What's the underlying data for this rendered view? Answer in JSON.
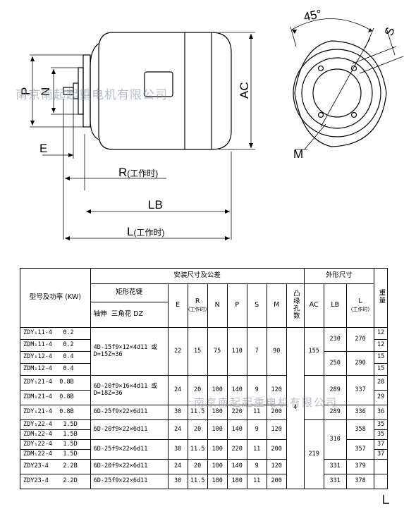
{
  "drawing": {
    "labels": {
      "P": "P",
      "N": "N",
      "E": "E",
      "AC": "AC",
      "M": "M",
      "S": "S",
      "angle": "45°",
      "R": "R",
      "R_note": "(工作时)",
      "LB": "LB",
      "L": "L",
      "L_note": "(工作时)"
    },
    "watermark": "南京南起起重电机有限公司"
  },
  "table": {
    "headers": {
      "model_power": "型号及功率 (KW)",
      "install_dims": "安装尺寸及公差",
      "outline_dims": "外形尺寸",
      "weight": "重量",
      "shaft": "轴伸",
      "rect_spline": "矩形花键",
      "tri_spline": "三角花 DZ",
      "E": "E",
      "R": "R",
      "R_note": "(工作时)",
      "N": "N",
      "P": "P",
      "S": "S",
      "M": "M",
      "flange_holes": "凸缘孔数",
      "AC": "AC",
      "LB": "LB",
      "L": "L",
      "L_note": "(工作时)"
    },
    "rows": [
      {
        "model": "ZDY₁11-4",
        "power": "0.2",
        "weight": "12"
      },
      {
        "model": "ZDM₁11-4",
        "power": "0.2",
        "weight": "12"
      },
      {
        "model": "ZDY₁12-4",
        "power": "0.4",
        "weight": "15"
      },
      {
        "model": "ZDM₁12-4",
        "power": "0.4",
        "weight": "15"
      },
      {
        "model": "ZDY₁21-4",
        "power": "0.8B",
        "weight": "28"
      },
      {
        "model": "ZDM₁21-4",
        "power": "0.8B",
        "weight": "29"
      },
      {
        "model": "ZDY₁21-4",
        "power": "0.8B",
        "weight": "36"
      },
      {
        "model": "ZDY₁22-4",
        "power": "1.5D",
        "weight": "35"
      },
      {
        "model": "ZDM₁22-4",
        "power": "1.5B",
        "weight": "35"
      },
      {
        "model": "ZDY₁22-4",
        "power": "1.5D",
        "weight": "37"
      },
      {
        "model": "ZDM₁22-4",
        "power": "1.5D",
        "weight": "37"
      },
      {
        "model": "ZDY23-4",
        "power": "2.2B",
        "weight": ""
      },
      {
        "model": "ZDY23-4",
        "power": "2.2D",
        "weight": ""
      }
    ],
    "groups": [
      {
        "shaft": "4D-15f9×12×4d11 或 D=15Z=36",
        "E": "22",
        "R": "15",
        "N": "75",
        "P": "110",
        "S": "7",
        "M": "90"
      },
      {
        "shaft": "6D-20f9×16×4d11 或 D=18Z=36",
        "E": "24",
        "R": "20",
        "N": "100",
        "P": "140",
        "S": "9",
        "M": "120"
      },
      {
        "shaft": "6D-25f9×22×6d11",
        "E": "30",
        "R": "11.5",
        "N": "180",
        "P": "220",
        "S": "11",
        "M": "200"
      },
      {
        "shaft": "6D-20f9×22×6d11",
        "E": "24",
        "R": "20",
        "N": "100",
        "P": "140",
        "S": "9",
        "M": "120"
      },
      {
        "shaft": "6D-25f9×22×6d11",
        "E": "30",
        "R": "11.5",
        "N": "180",
        "P": "220",
        "S": "11",
        "M": "200"
      },
      {
        "shaft": "6D-20f9×22×6d11",
        "E": "24",
        "R": "20",
        "N": "100",
        "P": "140",
        "S": "9",
        "M": "120"
      },
      {
        "shaft": "6D-25f9×22×6d11",
        "E": "30",
        "R": "11.5",
        "N": "180",
        "P": "180",
        "S": "11",
        "M": "200"
      }
    ],
    "flange_holes_value": "4",
    "AC": [
      "155",
      "219"
    ],
    "LB": [
      "230",
      "250",
      "289",
      "289",
      "310",
      "331",
      "331"
    ],
    "L": [
      "270",
      "290",
      "337",
      "336",
      "358",
      "357",
      "379",
      "378"
    ],
    "watermark": "南京南起起重电机有限公司"
  }
}
